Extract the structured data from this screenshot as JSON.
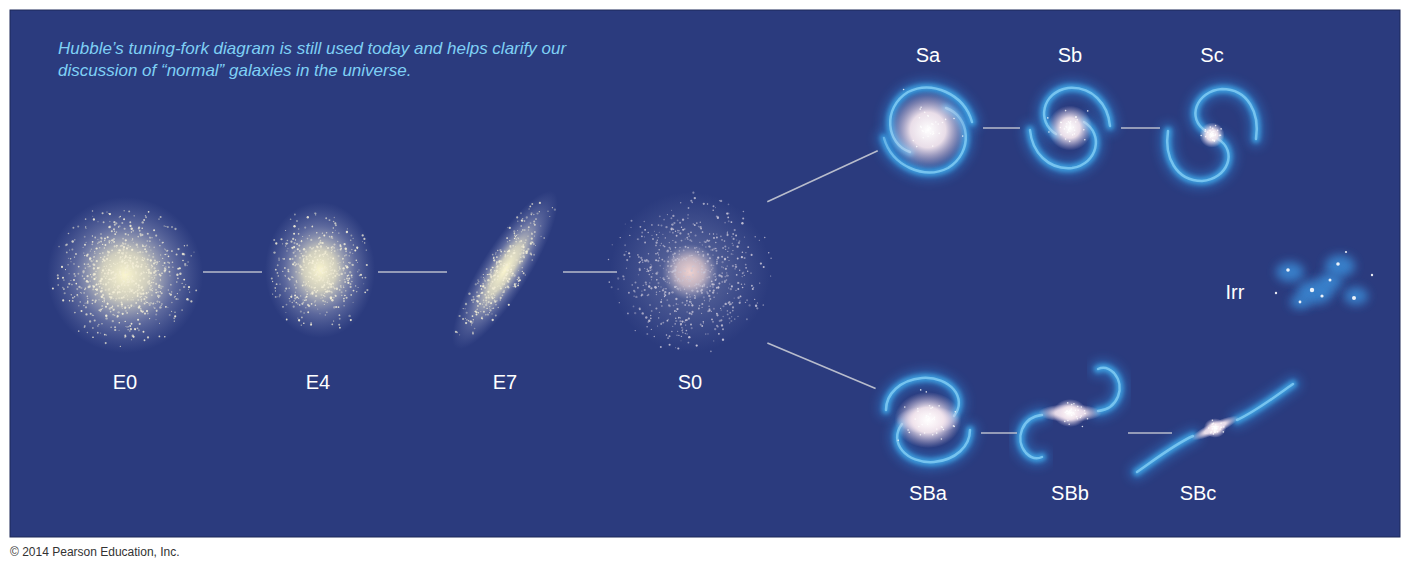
{
  "diagram": {
    "caption": "Hubble’s tuning-fork diagram is still used today and helps clarify our discussion of “normal” galaxies in the universe.",
    "nodes": [
      {
        "text": [
          "E0"
        ]
      },
      {
        "text": [
          "E4"
        ]
      },
      {
        "text": [
          "E7"
        ]
      },
      {
        "text": [
          "S0"
        ]
      },
      {
        "text": [
          "Sa"
        ]
      },
      {
        "text": [
          "Sb"
        ]
      },
      {
        "text": [
          "Sc"
        ]
      },
      {
        "text": [
          "SBa"
        ]
      },
      {
        "text": [
          "SBb"
        ]
      },
      {
        "text": [
          "SBc"
        ]
      },
      {
        "text": [
          "Irr"
        ]
      }
    ],
    "edges": [
      {
        "from": 0,
        "to": 1,
        "arrow": "none"
      },
      {
        "from": 1,
        "to": 2,
        "arrow": "none"
      },
      {
        "from": 2,
        "to": 3,
        "arrow": "none"
      },
      {
        "from": 3,
        "to": 4,
        "arrow": "none"
      },
      {
        "from": 3,
        "to": 7,
        "arrow": "none"
      },
      {
        "from": 4,
        "to": 5,
        "arrow": "none"
      },
      {
        "from": 5,
        "to": 6,
        "arrow": "none"
      },
      {
        "from": 7,
        "to": 8,
        "arrow": "none"
      },
      {
        "from": 8,
        "to": 9,
        "arrow": "none"
      }
    ],
    "labels": [
      "© 2014 Pearson Education, Inc."
    ]
  }
}
